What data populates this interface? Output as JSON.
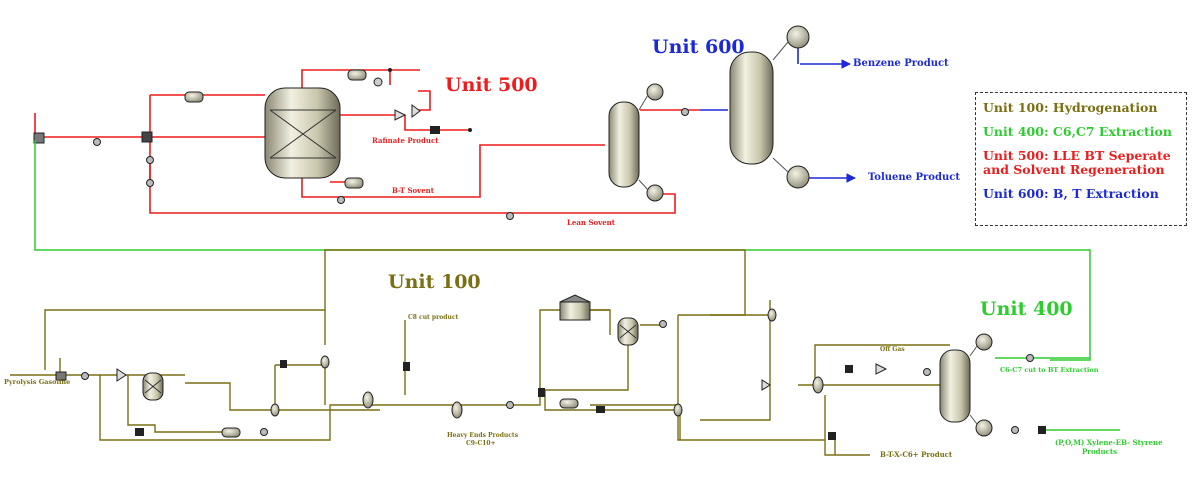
{
  "colors": {
    "unit100": "#7a6f12",
    "unit400": "#2ecc2e",
    "unit500": "#ee1c1c",
    "unit600": "#1c2ad6",
    "equipment": "#d9d7c3",
    "outline": "#222222"
  },
  "units": {
    "u100": {
      "title": "Unit 100"
    },
    "u400": {
      "title": "Unit 400"
    },
    "u500": {
      "title": "Unit 500"
    },
    "u600": {
      "title": "Unit 600"
    }
  },
  "streams": {
    "benzene": "Benzene Product",
    "toluene": "Toluene Product",
    "raffinate": "Rafinate Product",
    "bt_solvent": "B-T Sovent",
    "lean_solvent": "Lean Sovent",
    "pyrolysis": "Pyrolysis Gasoline",
    "c8_cut": "C8 cut product",
    "heavy_ends_1": "Heavy Ends Products",
    "heavy_ends_2": "C9-C10+",
    "off_gas": "Off Gas",
    "c6c7_cut": "C6-C7 cut to BT Extraction",
    "btxc6": "B-T-X-C6+ Product",
    "xylene_1": "(P,O,M) Xylene-EB- Styrene",
    "xylene_2": "Products"
  },
  "legend": {
    "items": [
      {
        "text": "Unit 100: Hydrogenation",
        "color": "#7a6f12"
      },
      {
        "text": "Unit 400: C6,C7  Extraction",
        "color": "#2ecc2e"
      },
      {
        "text": "Unit 500: LLE BT Seperate and Solvent Regeneration",
        "color": "#ee1c1c"
      },
      {
        "text": "Unit 600: B, T Extraction",
        "color": "#1c2ad6"
      }
    ]
  }
}
